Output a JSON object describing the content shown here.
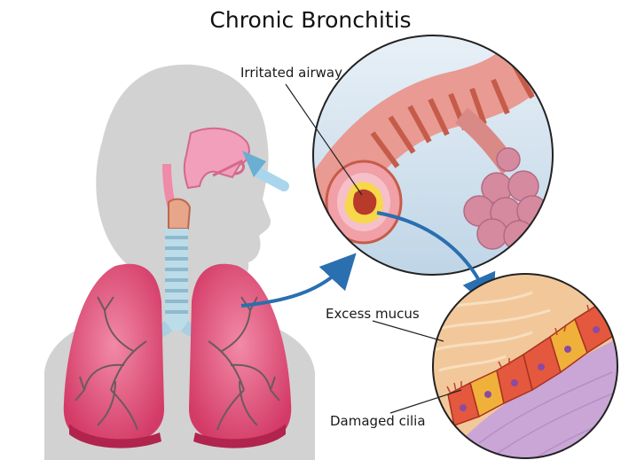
{
  "title": "Chronic Bronchitis",
  "callouts": {
    "irritated_airway": "Irritated airway",
    "excess_mucus": "Excess mucus",
    "damaged_cilia": "Damaged cilia"
  },
  "colors": {
    "silhouette": "#d2d2d2",
    "lung": "#e0507a",
    "airway_pink": "#ef8aa8",
    "trachea": "#a9cfe0",
    "arrow_blue": "#2a6fb0",
    "zoom_bg": "#cfe2ef",
    "bronchus_pink": "#e99a92",
    "bronchus_band": "#c55c4a",
    "alveoli": "#d58aa0",
    "mucus": "#f2c89a",
    "cells": "#e4583e",
    "tissue": "#c9a6d6"
  }
}
